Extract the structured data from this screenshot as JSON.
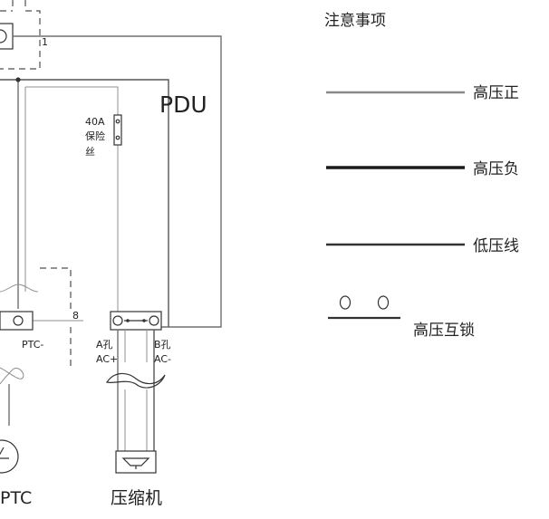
{
  "diagram": {
    "pdu_label": "PDU",
    "fuse_label_line1": "40A",
    "fuse_label_line2": "保险",
    "fuse_label_line3": "丝",
    "wire_number_top": "1",
    "wire_number_right": "8",
    "ptc_terminal_label": "PTC-",
    "a_terminal_line1": "A孔",
    "a_terminal_line2": "AC+",
    "b_terminal_line1": "B孔",
    "b_terminal_line2": "AC-",
    "ptc_label": "PTC",
    "compressor_label": "压缩机"
  },
  "legend": {
    "title": "注意事项",
    "items": [
      {
        "label": "高压正",
        "line_color": "#8a8a8a"
      },
      {
        "label": "高压负",
        "line_color": "#1a1a1a"
      },
      {
        "label": "低压线",
        "line_color": "#333333"
      }
    ],
    "interlock_label": "高压互锁",
    "interlock_symbol": "o o"
  }
}
